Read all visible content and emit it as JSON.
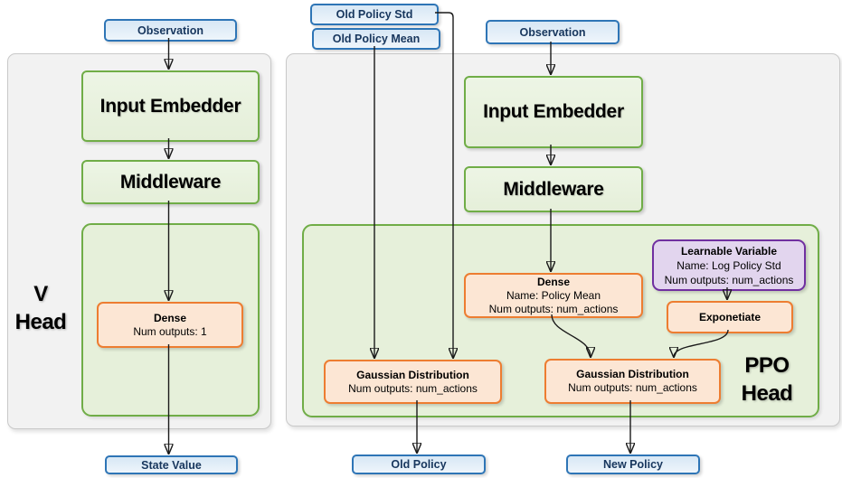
{
  "inputs": {
    "observation_left": "Observation",
    "old_policy_std": "Old Policy Std",
    "old_policy_mean": "Old Policy Mean",
    "observation_right": "Observation"
  },
  "v_head": {
    "label_line1": "V",
    "label_line2": "Head",
    "input_embedder": "Input Embedder",
    "middleware": "Middleware",
    "dense": {
      "title": "Dense",
      "line2": "Num outputs: 1"
    }
  },
  "ppo_head": {
    "label_line1": "PPO",
    "label_line2": "Head",
    "input_embedder": "Input Embedder",
    "middleware": "Middleware",
    "dense": {
      "title": "Dense",
      "line2": "Name: Policy Mean",
      "line3": "Num outputs: num_actions"
    },
    "learnable_variable": {
      "title": "Learnable Variable",
      "line2": "Name: Log Policy Std",
      "line3": "Num outputs: num_actions"
    },
    "exponetiate": "Exponetiate",
    "gaussian_old": {
      "title": "Gaussian Distribution",
      "line2": "Num outputs: num_actions"
    },
    "gaussian_new": {
      "title": "Gaussian Distribution",
      "line2": "Num outputs: num_actions"
    }
  },
  "outputs": {
    "state_value": "State Value",
    "old_policy": "Old Policy",
    "new_policy": "New Policy"
  },
  "colors": {
    "green_border": "#70ad47",
    "green_fill": "#e8f2de",
    "orange_border": "#ed7d31",
    "orange_fill": "#fce6d4",
    "purple_border": "#7030a0",
    "purple_fill": "#e2d5ee",
    "blue_border": "#2e75b6",
    "blue_fill": "#d7e7f5",
    "panel_fill": "#f2f2f2",
    "arrow": "#1a1a1a"
  }
}
